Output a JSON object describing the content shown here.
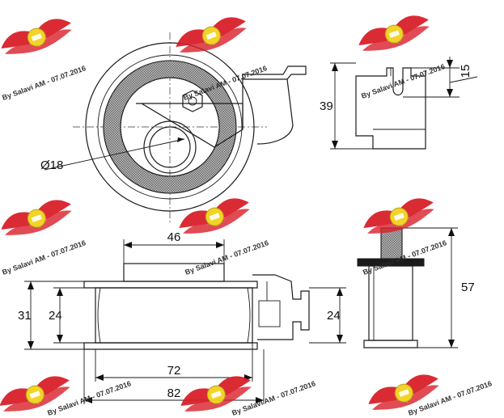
{
  "dimensions": {
    "diameter": "Ø18",
    "height_side": "39",
    "slot": "15",
    "width_top": "46",
    "outer_height": "31",
    "inner_height": "24",
    "right_height": "24",
    "bolt_length": "57",
    "width_mid": "72",
    "width_total": "82"
  },
  "watermark": {
    "text": "By Salavi AM - 07.07.2016",
    "color": "#d9202a"
  }
}
